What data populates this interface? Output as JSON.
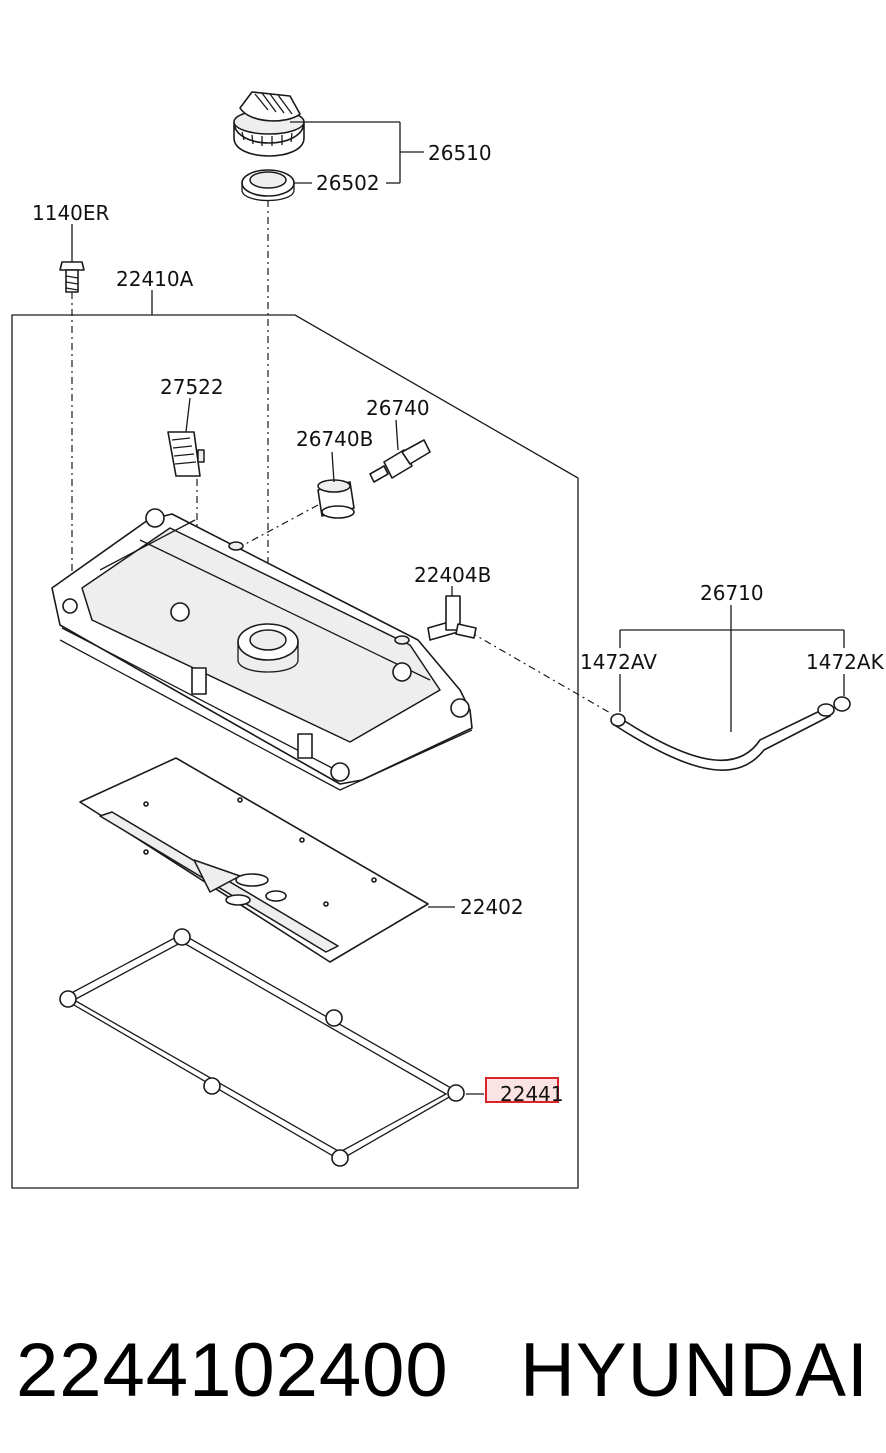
{
  "labels": {
    "p26510": "26510",
    "p26502": "26502",
    "p1140ER": "1140ER",
    "p22410A": "22410A",
    "p27522": "27522",
    "p26740": "26740",
    "p26740B": "26740B",
    "p22404B": "22404B",
    "p26710": "26710",
    "p1472AV": "1472AV",
    "p1472AK": "1472AK",
    "p22402": "22402",
    "p22441": "22441"
  },
  "footer": {
    "part_number": "2244102400",
    "brand": "HYUNDAI"
  },
  "colors": {
    "highlight_border": "#d9252a",
    "highlight_fill": "#fbe3e3",
    "line": "#1a1a1a"
  }
}
